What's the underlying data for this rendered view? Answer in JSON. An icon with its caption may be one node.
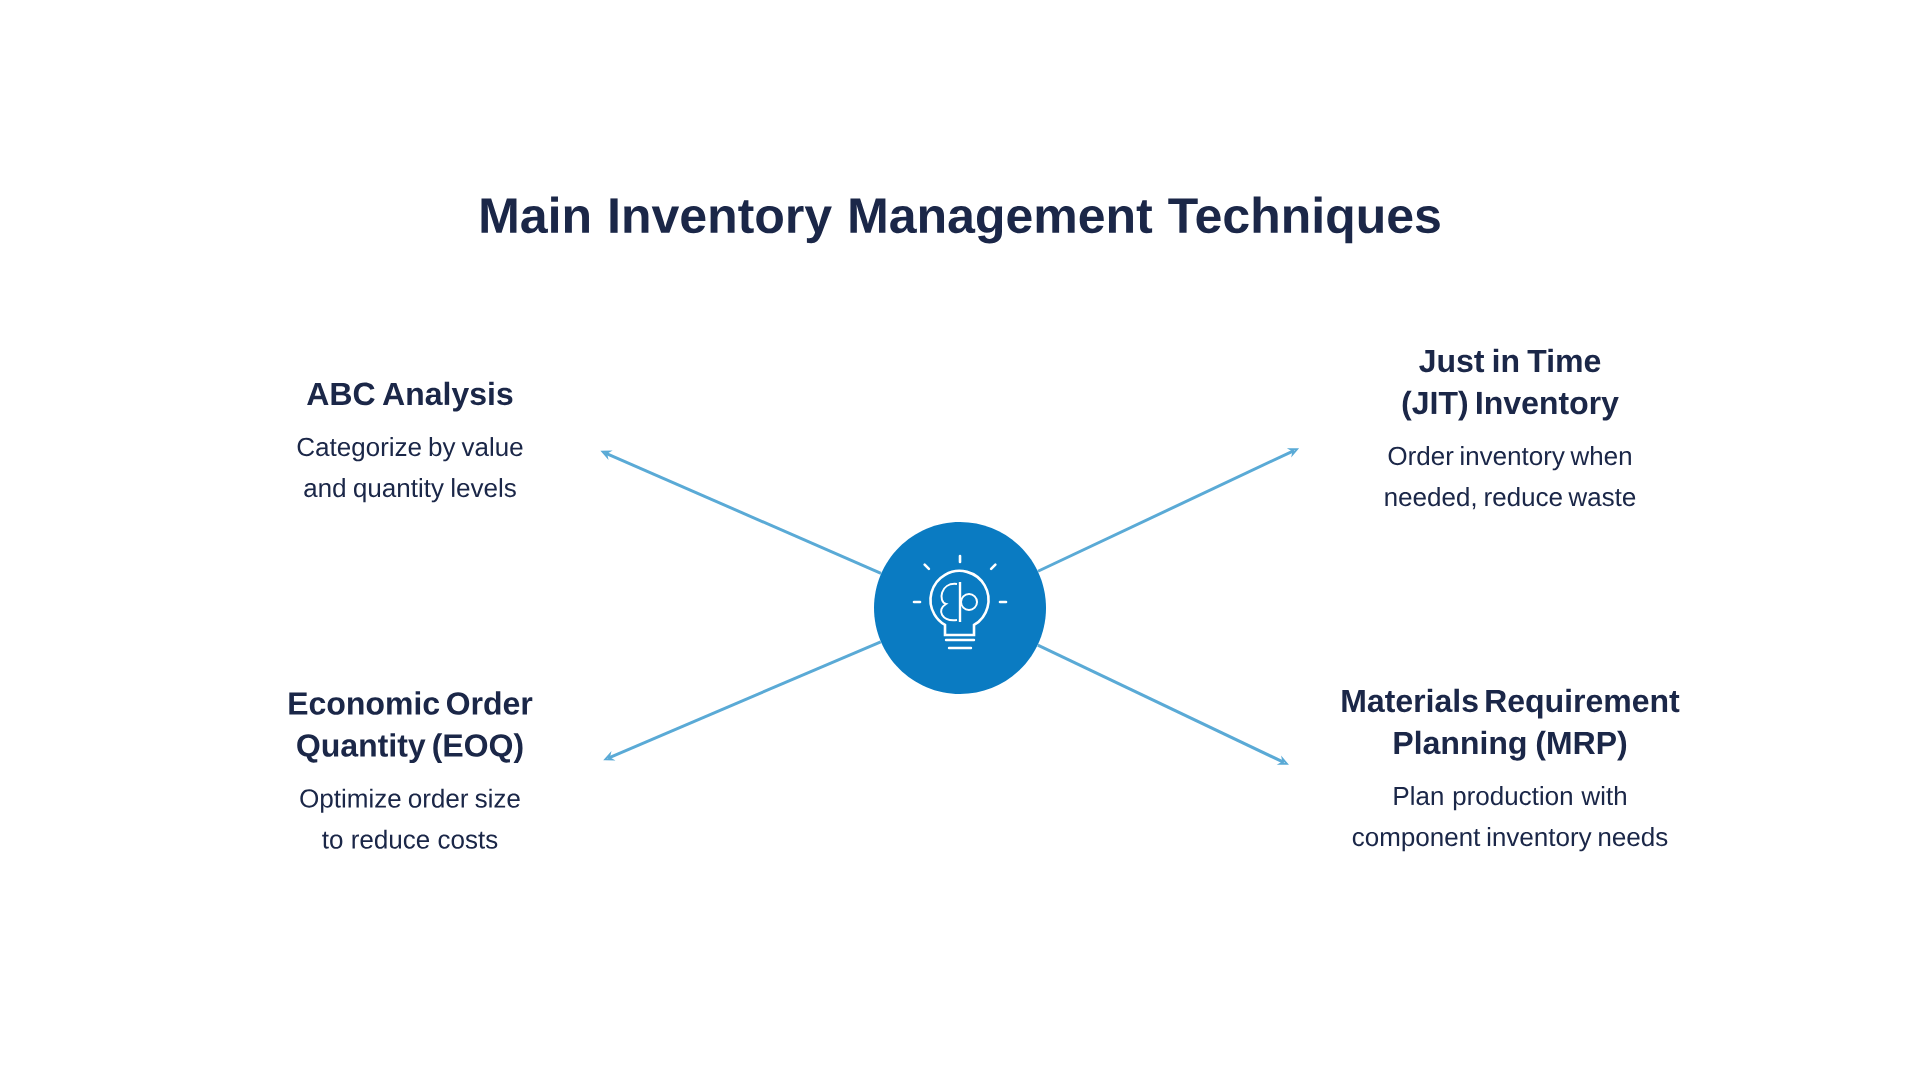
{
  "diagram": {
    "title": "Main Inventory Management Techniques",
    "nodes": [
      {
        "text": [
          "ABC Analysis",
          "Categorize by value and quantity levels"
        ]
      },
      {
        "text": [
          "Just in Time (JIT) Inventory",
          "Order inventory when needed, reduce waste"
        ]
      },
      {
        "text": [],
        "shape": "circle"
      },
      {
        "text": [
          "Economic Order Quantity (EOQ)",
          "Optimize order size to reduce costs"
        ]
      },
      {
        "text": [
          "Materials Requirement Planning (MRP)",
          "Plan production with component inventory needs"
        ]
      }
    ],
    "edges": [
      {
        "from": 2,
        "to": 0,
        "arrow": "to"
      },
      {
        "from": 2,
        "to": 1,
        "arrow": "to"
      },
      {
        "from": 2,
        "to": 3,
        "arrow": "to"
      },
      {
        "from": 2,
        "to": 4,
        "arrow": "to"
      }
    ]
  }
}
